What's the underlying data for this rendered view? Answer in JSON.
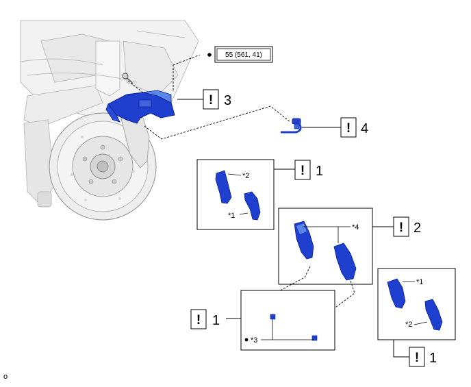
{
  "torque": {
    "text": "55 (561, 41)"
  },
  "callouts": [
    {
      "mark": "!",
      "number": "3"
    },
    {
      "mark": "!",
      "number": "4"
    },
    {
      "mark": "!",
      "number": "1"
    },
    {
      "mark": "!",
      "number": "2"
    },
    {
      "mark": "!",
      "number": "1"
    },
    {
      "mark": "!",
      "number": "1"
    }
  ],
  "labels": {
    "star1_a": "*1",
    "star2_a": "*2",
    "star4": "*4",
    "star3": "*3",
    "star1_b": "*1",
    "star2_b": "*2"
  },
  "footer": {
    "code": "o"
  },
  "colors": {
    "part_blue": "#1f3fcf",
    "part_blue_light": "#5a86e8",
    "line": "#000000",
    "ghost": "#c8c8c8"
  }
}
